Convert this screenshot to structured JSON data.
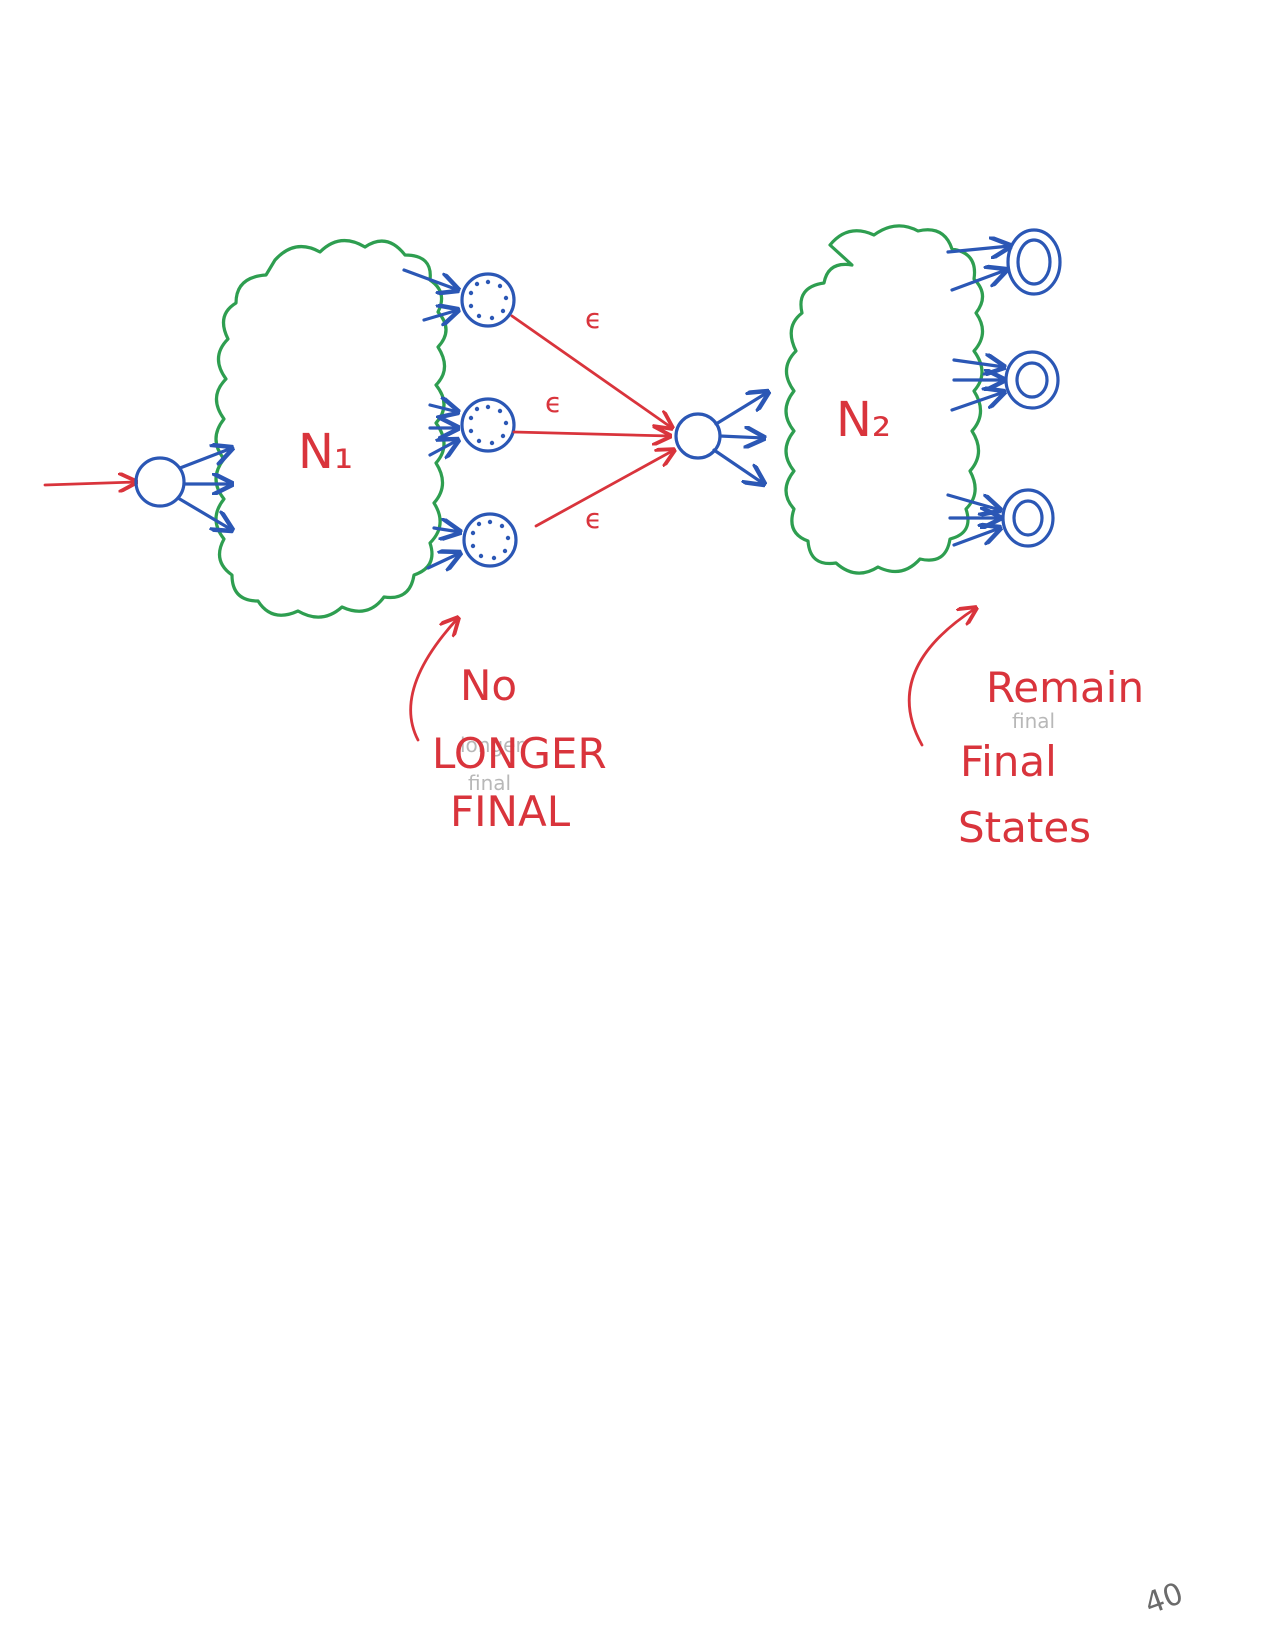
{
  "nfa1": {
    "label": "N₁"
  },
  "nfa2": {
    "label": "N₂"
  },
  "epsilon_label": "ϵ",
  "annotations": {
    "left": {
      "line1": "No",
      "line2": "LONGER",
      "line3": "FINAL"
    },
    "right": {
      "line1": "Remain",
      "line2": "Final",
      "line3": "States"
    },
    "pencil_left": {
      "line1": "longer",
      "line2": "final"
    },
    "pencil_right": {
      "line1": "final"
    }
  },
  "page_number": "40",
  "colors": {
    "states": "#2b57b5",
    "epsilon_transitions": "#d9343c",
    "automaton_clouds": "#2e9e50"
  }
}
